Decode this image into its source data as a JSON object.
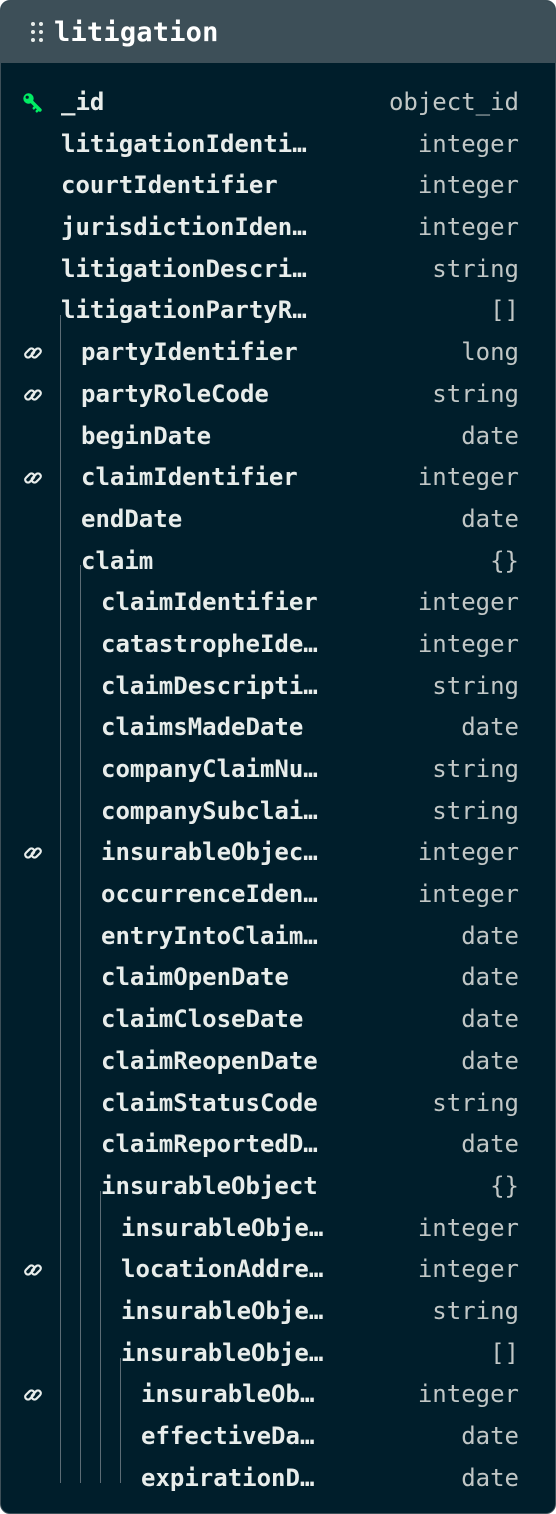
{
  "collection": {
    "title": "litigation"
  },
  "fields": [
    {
      "name": "_id",
      "type": "object_id",
      "depth": 0,
      "icon": "key-icon"
    },
    {
      "name": "litigationIdenti…",
      "type": "integer",
      "depth": 0,
      "icon": ""
    },
    {
      "name": "courtIdentifier",
      "type": "integer",
      "depth": 0,
      "icon": ""
    },
    {
      "name": "jurisdictionIden…",
      "type": "integer",
      "depth": 0,
      "icon": ""
    },
    {
      "name": "litigationDescri…",
      "type": "string",
      "depth": 0,
      "icon": ""
    },
    {
      "name": "litigationPartyR…",
      "type": "[]",
      "depth": 0,
      "icon": ""
    },
    {
      "name": "partyIdentifier",
      "type": "long",
      "depth": 1,
      "icon": "link-icon"
    },
    {
      "name": "partyRoleCode",
      "type": "string",
      "depth": 1,
      "icon": "link-icon"
    },
    {
      "name": "beginDate",
      "type": "date",
      "depth": 1,
      "icon": ""
    },
    {
      "name": "claimIdentifier",
      "type": "integer",
      "depth": 1,
      "icon": "link-icon"
    },
    {
      "name": "endDate",
      "type": "date",
      "depth": 1,
      "icon": ""
    },
    {
      "name": "claim",
      "type": "{}",
      "depth": 1,
      "icon": ""
    },
    {
      "name": "claimIdentifier",
      "type": "integer",
      "depth": 2,
      "icon": ""
    },
    {
      "name": "catastropheIde…",
      "type": "integer",
      "depth": 2,
      "icon": ""
    },
    {
      "name": "claimDescripti…",
      "type": "string",
      "depth": 2,
      "icon": ""
    },
    {
      "name": "claimsMadeDate",
      "type": "date",
      "depth": 2,
      "icon": ""
    },
    {
      "name": "companyClaimNu…",
      "type": "string",
      "depth": 2,
      "icon": ""
    },
    {
      "name": "companySubclai…",
      "type": "string",
      "depth": 2,
      "icon": ""
    },
    {
      "name": "insurableObjec…",
      "type": "integer",
      "depth": 2,
      "icon": "link-icon"
    },
    {
      "name": "occurrenceIden…",
      "type": "integer",
      "depth": 2,
      "icon": ""
    },
    {
      "name": "entryIntoClaim…",
      "type": "date",
      "depth": 2,
      "icon": ""
    },
    {
      "name": "claimOpenDate",
      "type": "date",
      "depth": 2,
      "icon": ""
    },
    {
      "name": "claimCloseDate",
      "type": "date",
      "depth": 2,
      "icon": ""
    },
    {
      "name": "claimReopenDate",
      "type": "date",
      "depth": 2,
      "icon": ""
    },
    {
      "name": "claimStatusCode",
      "type": "string",
      "depth": 2,
      "icon": ""
    },
    {
      "name": "claimReportedD…",
      "type": "date",
      "depth": 2,
      "icon": ""
    },
    {
      "name": "insurableObject",
      "type": "{}",
      "depth": 2,
      "icon": ""
    },
    {
      "name": "insurableObje…",
      "type": "integer",
      "depth": 3,
      "icon": ""
    },
    {
      "name": "locationAddre…",
      "type": "integer",
      "depth": 3,
      "icon": "link-icon"
    },
    {
      "name": "insurableObje…",
      "type": "string",
      "depth": 3,
      "icon": ""
    },
    {
      "name": "insurableObje…",
      "type": "[]",
      "depth": 3,
      "icon": ""
    },
    {
      "name": "insurableOb…",
      "type": "integer",
      "depth": 4,
      "icon": "link-icon"
    },
    {
      "name": "effectiveDa…",
      "type": "date",
      "depth": 4,
      "icon": ""
    },
    {
      "name": "expirationD…",
      "type": "date",
      "depth": 4,
      "icon": ""
    }
  ],
  "colors": {
    "background": "#001e2b",
    "header": "#3d4f58",
    "key_icon": "#00ed64",
    "text": "#e8edeb",
    "type_text": "#c1c7c6"
  }
}
